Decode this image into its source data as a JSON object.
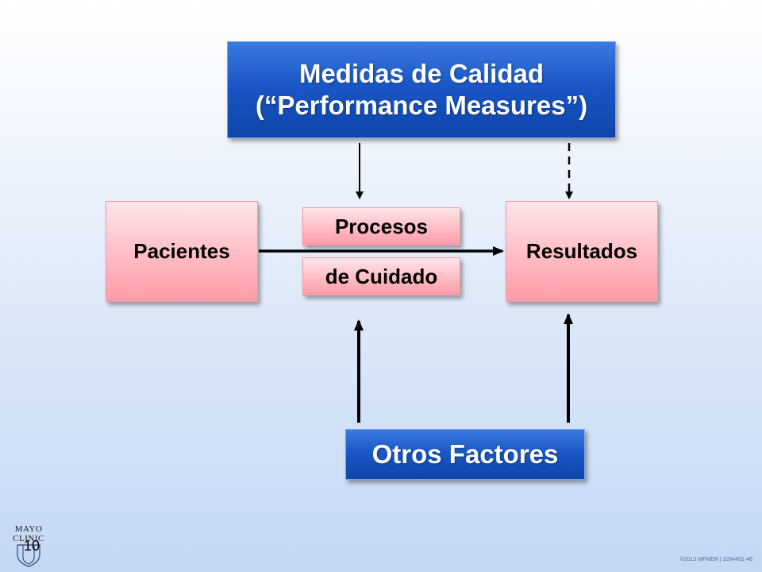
{
  "boxes": {
    "medidas_line1": "Medidas de Calidad",
    "medidas_line2": "(“Performance Measures”)",
    "pacientes": "Pacientes",
    "procesos": "Procesos",
    "cuidado": "de Cuidado",
    "resultados": "Resultados",
    "otros": "Otros Factores"
  },
  "footer": {
    "logo_line1": "MAYO",
    "logo_line2": "CLINIC",
    "slide_number": "10",
    "copyright": "©2013 MFMER  |  3264451-46"
  },
  "colors": {
    "blue_box": "#1a57c6",
    "pink_box": "#ffb8c1",
    "arrow": "#000000"
  }
}
